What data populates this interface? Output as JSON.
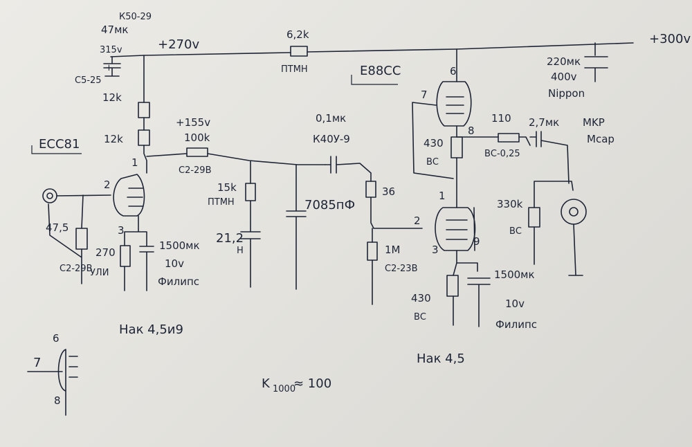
{
  "labels": {
    "cap_main_type": "К50-29",
    "cap_main_value": "47мк",
    "cap_main_voltage": "315v",
    "cap_type_c525": "С5-25",
    "rail_270": "+270v",
    "rail_300": "+300v",
    "res_62k": "6,2k",
    "res_62k_type": "ПТМН",
    "tube2": "E88CC",
    "cap_220": "220мк",
    "cap_220_voltage": "400v",
    "cap_220_brand": "Nippon",
    "res_12k_a": "12k",
    "res_12k_b": "12k",
    "tube1": "ECC81",
    "v155": "+155v",
    "res_100k": "100k",
    "res_100k_type": "С2-29В",
    "cap_01": "0,1мк",
    "cap_01_type": "К40У-9",
    "pin_7": "7",
    "pin_6": "6",
    "pin_8": "8",
    "res_110": "110",
    "res_110_type": "ВС-0,25",
    "cap_27": "2,7мк",
    "cap_27_brand": "MKP",
    "cap_27_brand2": "Mcap",
    "res_430_top": "430",
    "res_430_top_type": "ВС",
    "pin_1_top": "1",
    "pin_2_left": "2",
    "res_15k": "15k",
    "res_15k_type": "ПТМН",
    "res_36": "36",
    "cap_7085": "7085пФ",
    "cap_212": "21,2",
    "cap_212_unit": "Н",
    "pin_1_right": "1",
    "pin_2_right": "2",
    "pin_3_right": "3",
    "pin_9": "9",
    "res_330k": "330k",
    "res_330k_type": "ВС",
    "res_475": "47,5",
    "res_475_type": "С2-29В",
    "res_270": "270",
    "res_270_type": "УЛИ",
    "pin_3_left": "3",
    "cap_1500_left": "1500мк",
    "cap_1500_left_v": "10v",
    "cap_1500_left_brand": "Филипс",
    "res_1m": "1M",
    "res_1m_type": "С2-23В",
    "cap_1500_right": "1500мк",
    "cap_1500_right_v": "10v",
    "cap_1500_right_brand": "Филипс",
    "res_430_bot": "430",
    "res_430_bot_type": "ВС",
    "heater_left": "Нак 4,5и9",
    "heater_right": "Нак 4,5",
    "legend_pin6": "6",
    "legend_pin7": "7",
    "legend_pin8": "8",
    "gain": "K",
    "gain_sub": "1000",
    "gain_value": "≈ 100"
  },
  "colors": {
    "ink": "#1d2436",
    "paper": "#e7e6e1"
  }
}
